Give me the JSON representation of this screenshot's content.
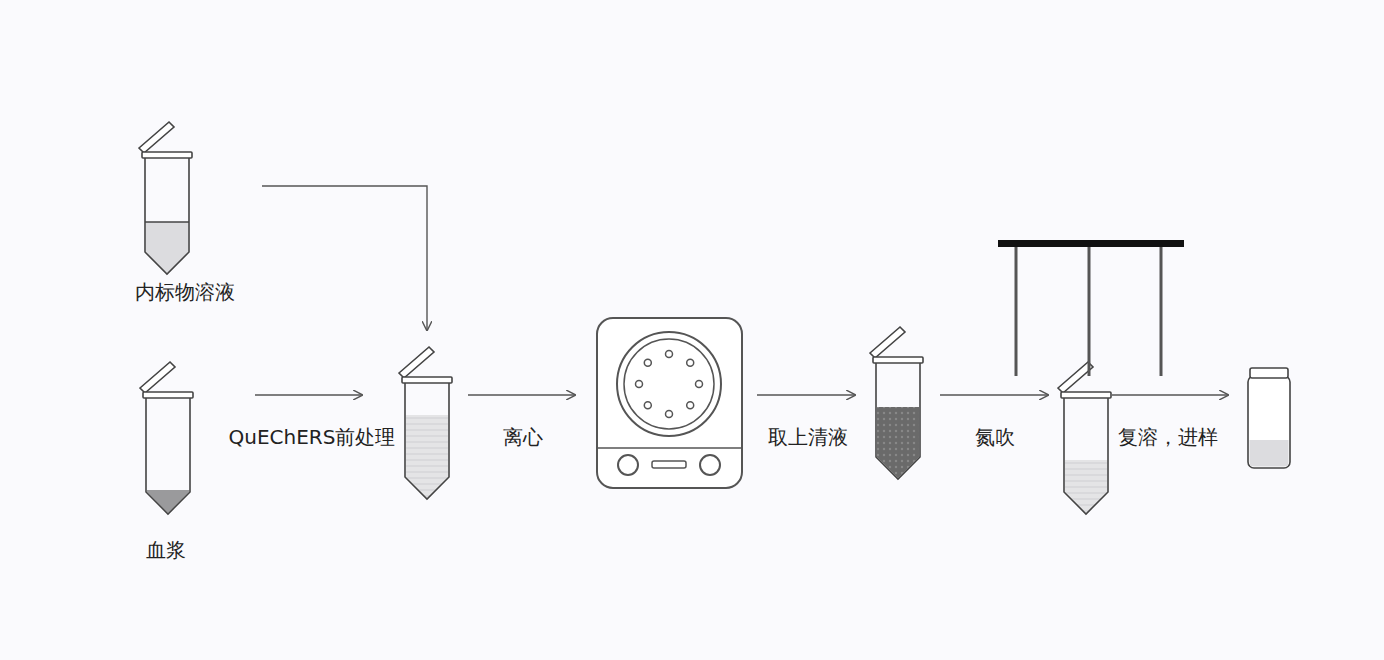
{
  "diagram": {
    "nodes": [
      {
        "text": [
          "内标物溶液"
        ]
      },
      {
        "text": [
          "血浆"
        ]
      }
    ],
    "labels": [
      "QuEChERS前处理",
      "离心",
      "取上清液",
      "氮吹",
      "复溶，进样"
    ]
  }
}
